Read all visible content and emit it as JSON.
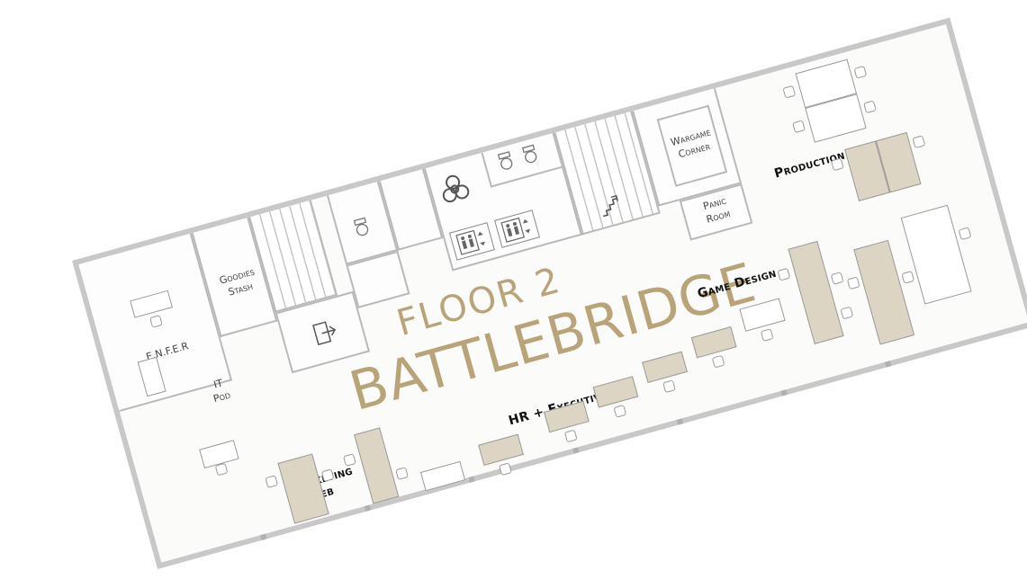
{
  "plan": {
    "floor_label": "FLOOR 2",
    "building_name": "BATTLEBRIDGE",
    "rooms": {
      "goodies_stash": "Goodies\nStash",
      "it_pod": "IT\nPod",
      "enfer": "E.N.F.E.R",
      "wargame_corner": "Wargame\nCorner",
      "panic_room": "Panic\nRoom"
    },
    "teams": {
      "production": "Production",
      "game_design": "Game Design",
      "hr_executive": "HR + Executive",
      "marketing_web": "Marketing\n+ Web"
    }
  },
  "colors": {
    "accent_gold": "#b9a47a",
    "desk_fill": "#ddd5c3",
    "wall": "#c8c8c8"
  },
  "icons": [
    "biohazard-icon",
    "elevator-icon",
    "exit-icon",
    "stairs-icon",
    "toilet-icon"
  ]
}
